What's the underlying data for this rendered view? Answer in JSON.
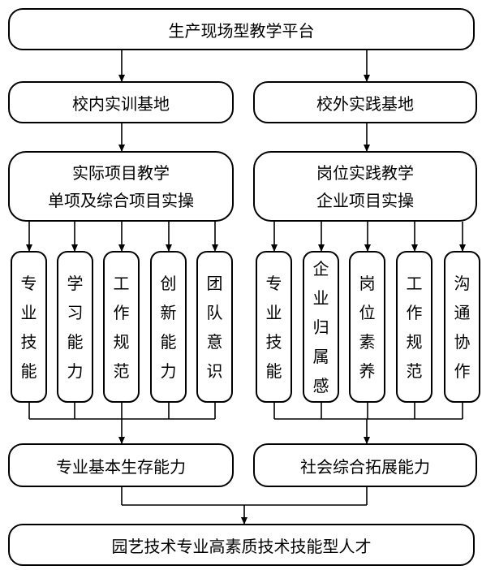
{
  "top": "生产现场型教学平台",
  "left": {
    "base": "校内实训基地",
    "teaching": [
      "实际项目教学",
      "单项及综合项目实操"
    ],
    "abilities": [
      "专业技能",
      "学习能力",
      "工作规范",
      "创新能力",
      "团队意识"
    ],
    "outcome": "专业基本生存能力"
  },
  "right": {
    "base": "校外实践基地",
    "teaching": [
      "岗位实践教学",
      "企业项目实操"
    ],
    "abilities": [
      "专业技能",
      "企业归属感",
      "岗位素养",
      "工作规范",
      "沟通协作"
    ],
    "outcome": "社会综合拓展能力"
  },
  "bottom": "园艺技术专业高素质技术技能型人才"
}
